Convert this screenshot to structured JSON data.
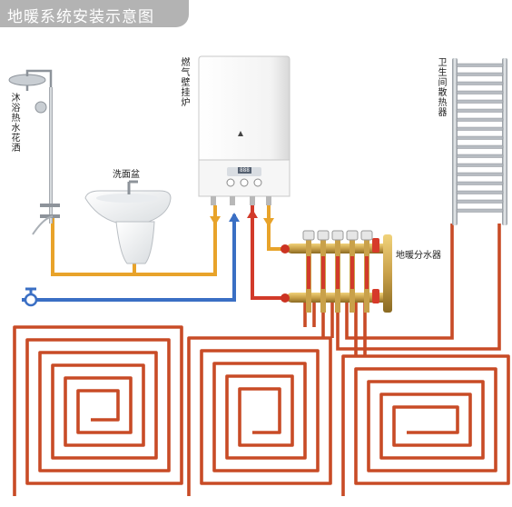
{
  "title": "地暖系统安装示意图",
  "labels": {
    "shower": "沐浴热水花洒",
    "basin": "洗面盆",
    "boiler": "燃气壁挂炉",
    "towel_radiator": "卫生间散热器",
    "manifold": "地暖分水器"
  },
  "boiler_display": "888",
  "colors": {
    "title_bg": "#b3b3b3",
    "hot_pipe": "#e8a32a",
    "cold_pipe": "#3a6fc4",
    "floor_pipe": "#c84b26",
    "supply_pipe": "#d23a2a",
    "brass": "#c9a14a"
  },
  "icons": [
    "shower-icon",
    "wash-basin-icon",
    "gas-boiler-icon",
    "towel-radiator-icon",
    "manifold-icon",
    "valve-icon",
    "flow-arrow-icon"
  ]
}
